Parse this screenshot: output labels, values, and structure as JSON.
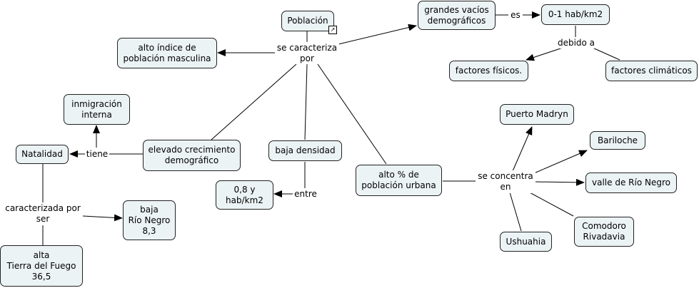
{
  "nodes": {
    "poblacion": "Población",
    "grandes_vacios": "grandes vacíos\ndemográficos",
    "densidad_0_1": "0-1 hab/km2",
    "factores_fisicos": "factores físicos.",
    "factores_climaticos": "factores climáticos",
    "indice_masculina": "alto índice de\npoblación masculina",
    "inmigracion": "inmigración\ninterna",
    "natalidad": "Natalidad",
    "elevado_crecimiento": "elevado crecimiento\ndemográfico",
    "baja_densidad": "baja densidad",
    "densidad_08": "0,8 y\nhab/km2",
    "baja_rio_negro": "baja\nRío Negro\n8,3",
    "alta_tdf": "alta\nTierra del Fuego\n36,5",
    "alto_urbana": "alto % de\npoblación urbana",
    "puerto_madryn": "Puerto Madryn",
    "bariloche": "Bariloche",
    "valle_rio_negro": "valle de Río Negro",
    "comodoro": "Comodoro\nRivadavia",
    "ushuahia": "Ushuahia"
  },
  "labels": {
    "se_caracteriza": "se caracteriza\npor",
    "es": "es",
    "debido_a": "debido a",
    "tiene": "tiene",
    "entre": "entre",
    "caracterizada": "caracterizada por\nser",
    "se_concentra": "se concentra\nen"
  },
  "link_icon": "external-link-icon",
  "colors": {
    "node_fill": "#ecf3f4",
    "stroke": "#000000"
  }
}
